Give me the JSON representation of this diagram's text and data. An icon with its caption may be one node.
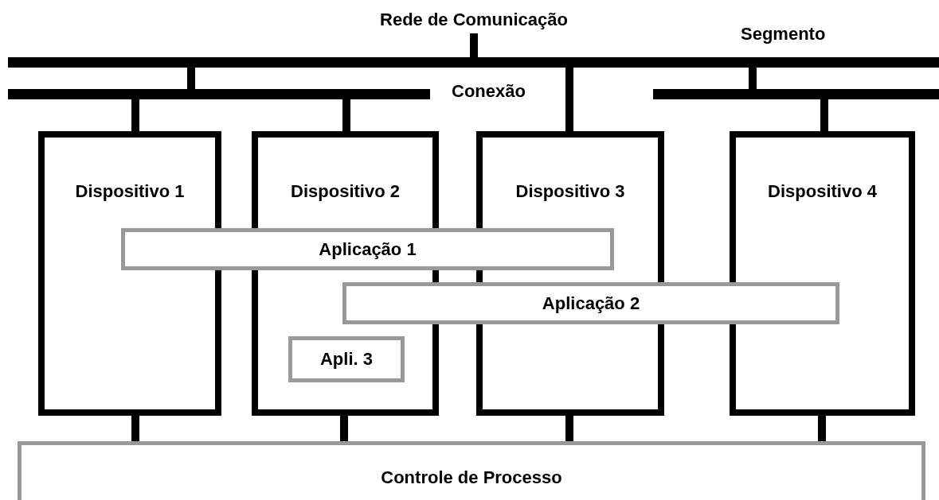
{
  "diagram": {
    "nodes": [
      {
        "text": [
          "Rede de Comunicação"
        ]
      },
      {
        "text": [],
        "shape": "bar"
      },
      {
        "text": [],
        "shape": "bar"
      },
      {
        "text": [],
        "shape": "bar"
      },
      {
        "text": [
          "Dispositivo 1"
        ]
      },
      {
        "text": [
          "Dispositivo 2"
        ]
      },
      {
        "text": [
          "Dispositivo 3"
        ]
      },
      {
        "text": [
          "Dispositivo 4"
        ]
      },
      {
        "text": [
          "Aplicação 1"
        ]
      },
      {
        "text": [
          "Aplicação 2"
        ]
      },
      {
        "text": [
          "Apli. 3"
        ],
        "in": 5
      },
      {
        "text": [
          "Controle de Processo"
        ]
      }
    ],
    "edges": [
      {
        "from": 1,
        "to": 0,
        "arrow": "none"
      },
      {
        "from": 1,
        "to": 2,
        "arrow": "none"
      },
      {
        "from": 1,
        "to": 3,
        "arrow": "none"
      },
      {
        "from": 2,
        "to": 4,
        "arrow": "none"
      },
      {
        "from": 2,
        "to": 5,
        "arrow": "none"
      },
      {
        "from": 1,
        "to": 6,
        "arrow": "none"
      },
      {
        "from": 3,
        "to": 7,
        "arrow": "none"
      },
      {
        "from": 4,
        "to": 11,
        "arrow": "none"
      },
      {
        "from": 5,
        "to": 11,
        "arrow": "none"
      },
      {
        "from": 6,
        "to": 11,
        "arrow": "none"
      },
      {
        "from": 7,
        "to": 11,
        "arrow": "none"
      }
    ],
    "labels": [
      "Segmento",
      "Conexão"
    ]
  }
}
